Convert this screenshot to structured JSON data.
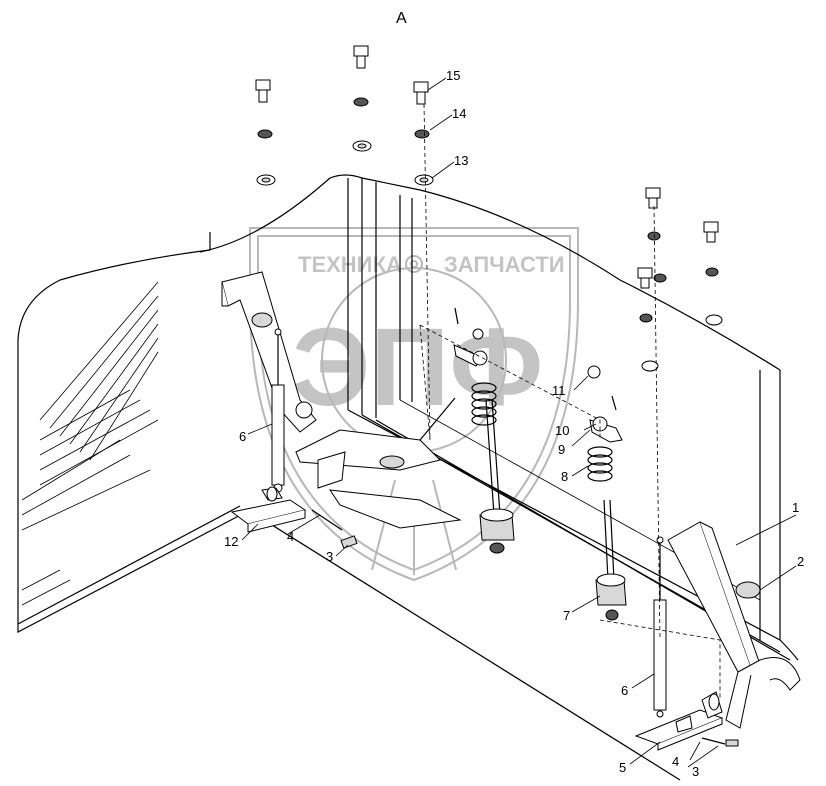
{
  "view_label": "А",
  "watermark": {
    "left_word": "ТЕХНИКА",
    "right_word": "ЗАПЧАСТИ",
    "logo_letters": "ЭПФ",
    "gear": "gear-icon"
  },
  "callouts": [
    {
      "id": "c1",
      "label": "1"
    },
    {
      "id": "c2",
      "label": "2"
    },
    {
      "id": "c3a",
      "label": "3"
    },
    {
      "id": "c3b",
      "label": "3"
    },
    {
      "id": "c4a",
      "label": "4"
    },
    {
      "id": "c4b",
      "label": "4"
    },
    {
      "id": "c5",
      "label": "5"
    },
    {
      "id": "c6a",
      "label": "6"
    },
    {
      "id": "c6b",
      "label": "6"
    },
    {
      "id": "c7",
      "label": "7"
    },
    {
      "id": "c8",
      "label": "8"
    },
    {
      "id": "c9",
      "label": "9"
    },
    {
      "id": "c10",
      "label": "10"
    },
    {
      "id": "c11",
      "label": "11"
    },
    {
      "id": "c12",
      "label": "12"
    },
    {
      "id": "c13",
      "label": "13"
    },
    {
      "id": "c14",
      "label": "14"
    },
    {
      "id": "c15",
      "label": "15"
    }
  ]
}
